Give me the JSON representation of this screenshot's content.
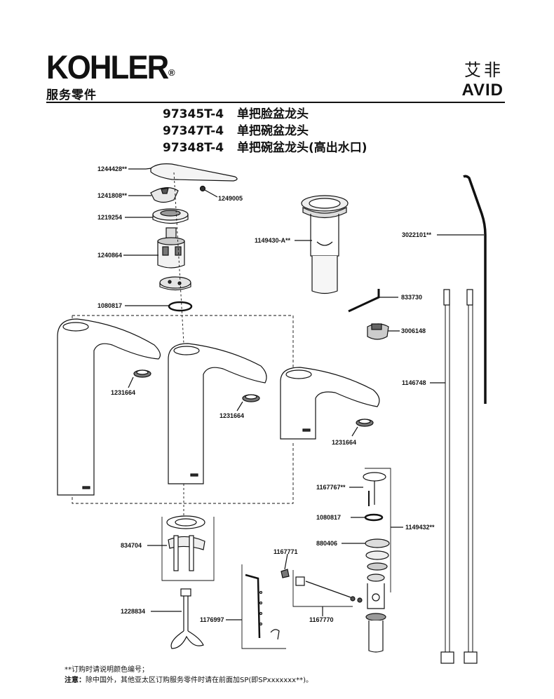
{
  "header": {
    "brand": "KOHLER",
    "registered": "®",
    "subtitle": "服务零件",
    "series_cn": "艾非",
    "series_en": "AVID"
  },
  "models": [
    {
      "code": "97345T-4",
      "name": "单把脸盆龙头"
    },
    {
      "code": "97347T-4",
      "name": "单把碗盆龙头"
    },
    {
      "code": "97348T-4",
      "name": "单把碗盆龙头(高出水口)"
    }
  ],
  "parts": {
    "p1244428": "1244428**",
    "p1241808": "1241808**",
    "p1249005": "1249005",
    "p1219254": "1219254",
    "p1240864": "1240864",
    "p1080817a": "1080817",
    "p1149430": "1149430-A**",
    "p3022101": "3022101**",
    "p833730": "833730",
    "p3006148": "3006148",
    "p1146748": "1146748",
    "p1231664a": "1231664",
    "p1231664b": "1231664",
    "p1231664c": "1231664",
    "p1167767": "1167767**",
    "p1080817b": "1080817",
    "p880406": "880406",
    "p1149432": "1149432**",
    "p834704": "834704",
    "p1167771": "1167771",
    "p1228834": "1228834",
    "p1176997": "1176997",
    "p1167770": "1167770"
  },
  "footnote": {
    "line1": "**订购时请说明颜色编号；",
    "note_label": "注意：",
    "line2": "除中国外，其他亚太区订购服务零件时请在前面加SP(即SPxxxxxxx**)。"
  }
}
